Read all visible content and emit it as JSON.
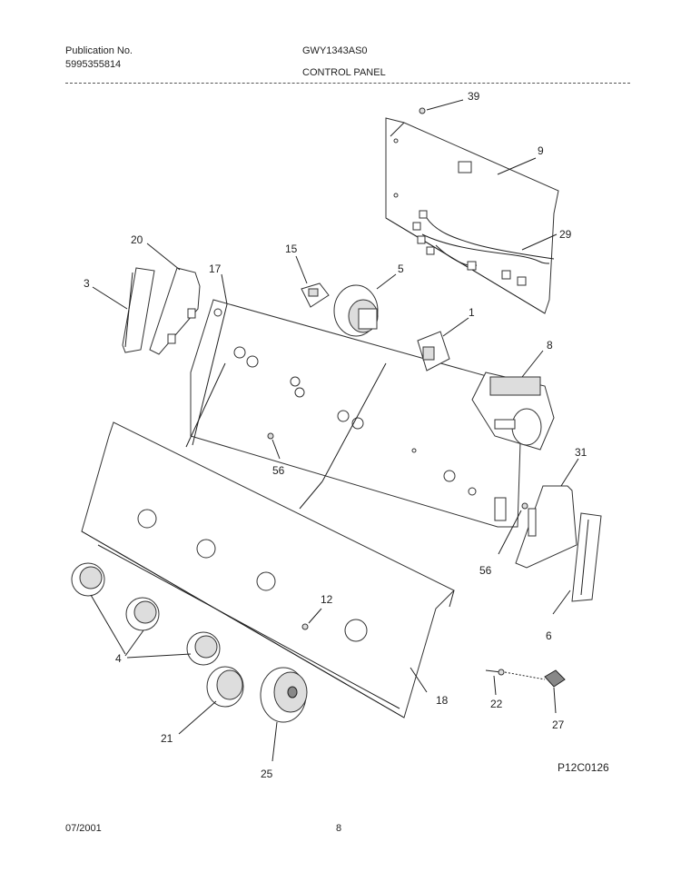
{
  "header": {
    "publication_label": "Publication No.",
    "publication_number": "5995355814",
    "model": "GWY1343AS0",
    "section": "CONTROL PANEL"
  },
  "diagram_code": "P12C0126",
  "footer": {
    "date": "07/2001",
    "page": "8"
  },
  "callouts": {
    "c39": "39",
    "c9": "9",
    "c29": "29",
    "c20": "20",
    "c3": "3",
    "c17": "17",
    "c15": "15",
    "c5": "5",
    "c1": "1",
    "c8": "8",
    "c56a": "56",
    "c31": "31",
    "c56b": "56",
    "c6": "6",
    "c12": "12",
    "c4": "4",
    "c18": "18",
    "c21": "21",
    "c25": "25",
    "c22": "22",
    "c27": "27"
  }
}
